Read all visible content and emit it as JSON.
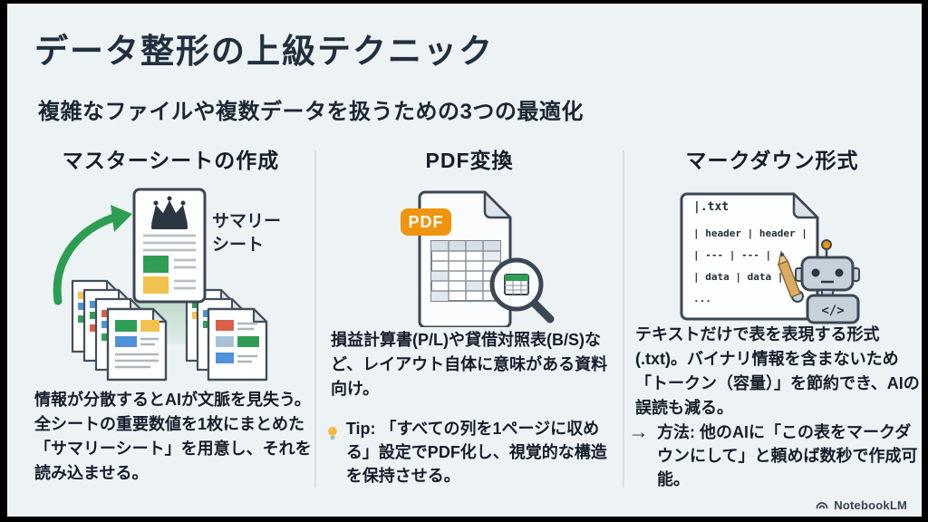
{
  "slide": {
    "title": "データ整形の上級テクニック",
    "subtitle": "複雑なファイルや複数データを扱うための3つの最適化"
  },
  "columns": {
    "master": {
      "heading": "マスターシートの作成",
      "summary_label_line1": "サマリー",
      "summary_label_line2": "シート",
      "body": "情報が分散するとAIが文脈を見失う。全シートの重要数値を1枚にまとめた「サマリーシート」を用意し、それを読み込ませる。"
    },
    "pdf": {
      "heading": "PDF変換",
      "badge_label": "PDF",
      "body": "損益計算書(P/L)や貸借対照表(B/S)など、レイアウト自体に意味がある資料向け。",
      "tip_label": "Tip:",
      "tip_text": "「すべての列を1ページに収める」設定でPDF化し、視覚的な構造を保持させる。"
    },
    "markdown": {
      "heading": "マークダウン形式",
      "code_lines": [
        "|.txt",
        "| header | header |",
        "| --- | --- |",
        "| data | data |",
        "..."
      ],
      "robot_badge": "</>",
      "body": "テキストだけで表を表現する形式(.txt)。バイナリ情報を含まないため「トークン（容量）」を節約でき、AIの誤読も減る。",
      "method_arrow": "→",
      "method_label": "方法:",
      "method_text": "他のAIに「この表をマークダウンにして」と頼めば数秒で作成可能。"
    }
  },
  "footer": {
    "brand": "NotebookLM"
  },
  "colors": {
    "background": "#edf2f5",
    "frame": "#000000",
    "title_text": "#22303d",
    "body_text": "#151f2b",
    "green": "#2f9e54",
    "yellow": "#f2c24e",
    "blue": "#4f92d8",
    "red": "#d9604a",
    "pdf_orange": "#ee9410",
    "bulb_yellow": "#f6b73c",
    "outline": "#3b4754",
    "divider": "#d8dee3"
  }
}
